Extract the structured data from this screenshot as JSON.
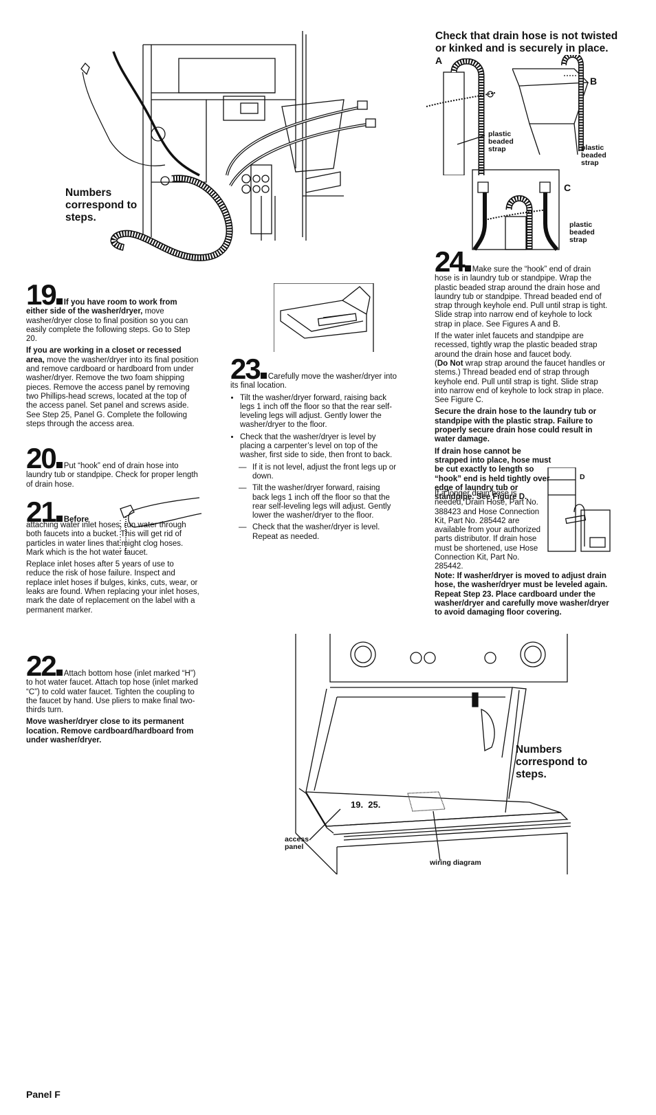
{
  "figure_top": {
    "caption": "Numbers correspond to steps."
  },
  "drain_check": {
    "heading": "Check that drain hose is not twisted or kinked and is securely in place.",
    "label_a": "A",
    "label_b": "B",
    "label_c": "C",
    "strap_a": "plastic beaded strap",
    "strap_b": "plastic beaded strap",
    "strap_c": "plastic beaded strap"
  },
  "step19": {
    "num": "19",
    "lead_bold": "If you have room to work from either side of the washer/dryer,",
    "lead_rest": " move washer/dryer close to final position so you can easily complete the following steps. Go to Step 20.",
    "p2_bold": "If you are working in a closet or recessed area,",
    "p2_rest": " move the washer/dryer into its final position and remove cardboard or hardboard from under washer/dryer. Remove the two foam shipping pieces. Remove the access panel by removing two Phillips-head screws, located at the top of the access panel. Set panel and screws aside. See Step 25, Panel G. Complete the following steps through the access area."
  },
  "step20": {
    "num": "20",
    "text": "Put “hook” end of drain hose into laundry tub or standpipe. Check for proper length of drain hose."
  },
  "step21": {
    "num": "21",
    "lead_bold": "Before",
    "lead_rest": " attaching water inlet hoses, run water through both faucets into a bucket. This will get rid of particles in water lines that might clog hoses. Mark which is the hot water faucet.",
    "p2": "Replace inlet hoses after 5 years of use to reduce the risk of hose failure. Inspect and replace inlet hoses if bulges, kinks, cuts, wear, or leaks are found. When replacing your inlet hoses, mark the date of replacement on the label with a permanent marker."
  },
  "step22": {
    "num": "22",
    "text": "Attach bottom hose (inlet marked “H”) to hot water faucet. Attach top hose (inlet marked “C”) to cold water faucet. Tighten the coupling to the faucet by hand. Use pliers to make final two-thirds turn.",
    "p2_bold": "Move washer/dryer close to its permanent location. Remove cardboard/hardboard from under washer/dryer."
  },
  "step23": {
    "num": "23",
    "lead": "Carefully move the washer/dryer into its final location.",
    "bullets": [
      "Tilt the washer/dryer forward, raising back legs 1 inch off the floor so that the rear self-leveling legs will adjust. Gently lower the washer/dryer to the floor.",
      "Check that the washer/dryer is level by placing a carpenter’s level on top of the washer, first side to side, then front to back."
    ],
    "dashes": [
      "If it is not level, adjust the front legs up or down.",
      "Tilt the washer/dryer forward, raising back legs 1 inch off the floor so that the rear self-leveling legs will adjust. Gently lower the washer/dryer to the floor.",
      "Check that the washer/dryer is level. Repeat as needed."
    ]
  },
  "step24": {
    "num": "24",
    "lead": "Make sure the “hook” end of drain hose is in laundry tub or standpipe. Wrap the plastic beaded strap around the drain hose and laundry tub or standpipe. Thread beaded end of strap through keyhole end. Pull until strap is tight. Slide strap into narrow end of keyhole to lock strap in place. See Figures A and B.",
    "p2": "If the water inlet faucets and standpipe are recessed, tightly wrap the plastic beaded strap around the drain hose and faucet body.",
    "p3_open": "(",
    "p3_bold": "Do Not",
    "p3_rest": " wrap strap around the faucet handles or stems.) Thread beaded end of strap through keyhole end. Pull until strap is tight. Slide strap into narrow end of keyhole to lock strap in place. See Figure C.",
    "p4_bold": "Secure the drain hose to the laundry tub or standpipe with the plastic strap. Failure to properly secure drain hose could result in water damage.",
    "p5_bold": "If drain hose cannot be strapped into place, hose must be cut exactly to length so “hook” end is held tightly over edge of laundry tub or standpipe. See Figure D.",
    "p6": "If a longer drain hose is needed, Drain Hose, Part No. 388423 and Hose Connection Kit, Part No. 285442 are available from your authorized parts distributor. If drain hose must be shortened, use Hose Connection Kit, Part No. 285442.",
    "fig_d_label": "D",
    "note_bold": "Note: If washer/dryer is moved to adjust drain hose, the washer/dryer must be leveled again. Repeat Step 23. Place cardboard under the washer/dryer and carefully move washer/dryer to avoid damaging floor covering."
  },
  "figure_bottom": {
    "caption": "Numbers correspond to steps.",
    "step_numbers": "19.  25.",
    "access_panel": "access panel",
    "wiring_diagram": "wiring diagram"
  },
  "footer": {
    "panel": "Panel F"
  }
}
